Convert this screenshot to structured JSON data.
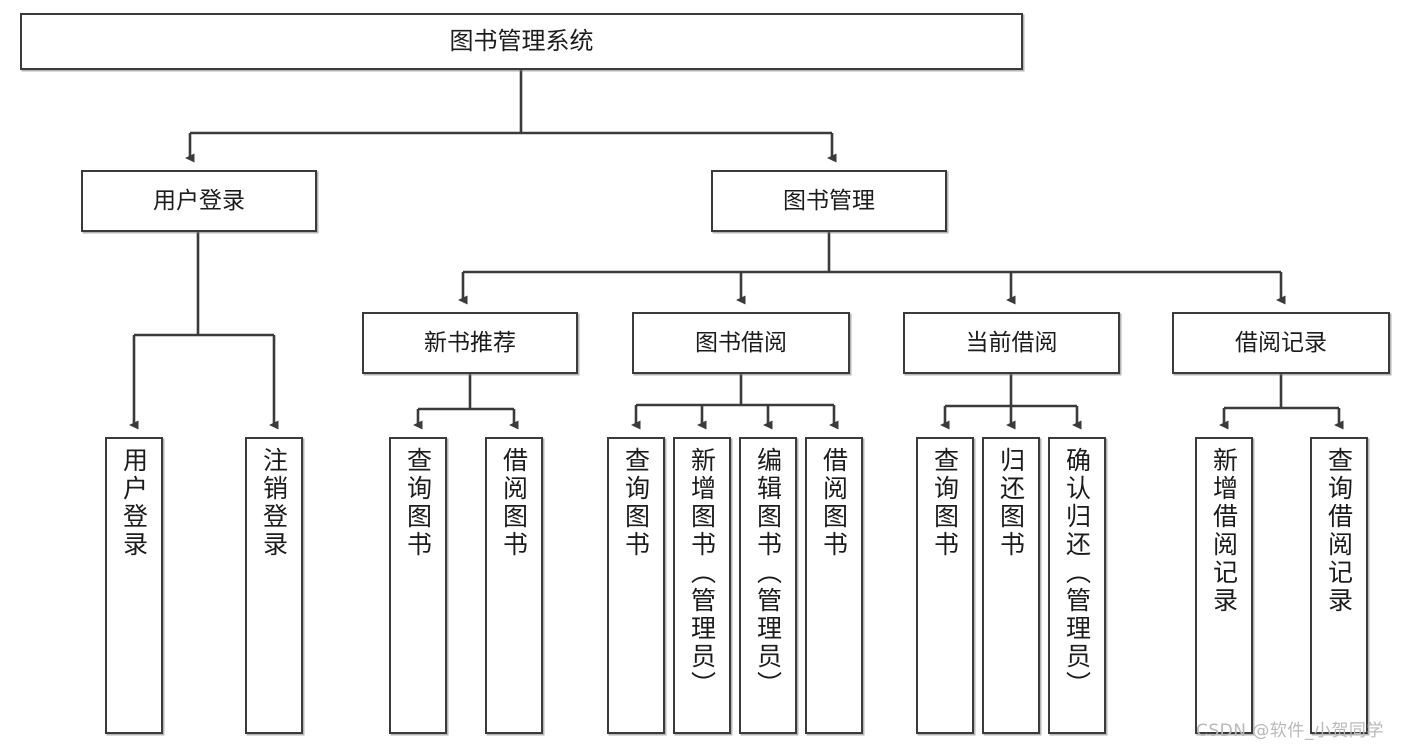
{
  "diagram": {
    "title": "图书管理系统",
    "root": {
      "label": "图书管理系统"
    },
    "level2": [
      {
        "label": "用户登录"
      },
      {
        "label": "图书管理"
      }
    ],
    "level3": [
      {
        "label": "新书推荐"
      },
      {
        "label": "图书借阅"
      },
      {
        "label": "当前借阅"
      },
      {
        "label": "借阅记录"
      }
    ],
    "leaves": {
      "user_login": [
        {
          "label": "用户登录"
        },
        {
          "label": "注销登录"
        }
      ],
      "new_book_recommend": [
        {
          "label": "查询图书"
        },
        {
          "label": "借阅图书"
        }
      ],
      "book_borrow": [
        {
          "label": "查询图书"
        },
        {
          "label": "新增图书（管理员）"
        },
        {
          "label": "编辑图书（管理员）"
        },
        {
          "label": "借阅图书"
        }
      ],
      "current_borrow": [
        {
          "label": "查询图书"
        },
        {
          "label": "归还图书"
        },
        {
          "label": "确认归还（管理员）"
        }
      ],
      "borrow_record": [
        {
          "label": "新增借阅记录"
        },
        {
          "label": "查询借阅记录"
        }
      ]
    }
  },
  "watermark": {
    "text": "CSDN @软件_小贺同学"
  },
  "colors": {
    "stroke": "#3b3b3b",
    "fill": "#ffffff",
    "text": "#1c1c1c",
    "watermark": "#b9b9b9"
  }
}
